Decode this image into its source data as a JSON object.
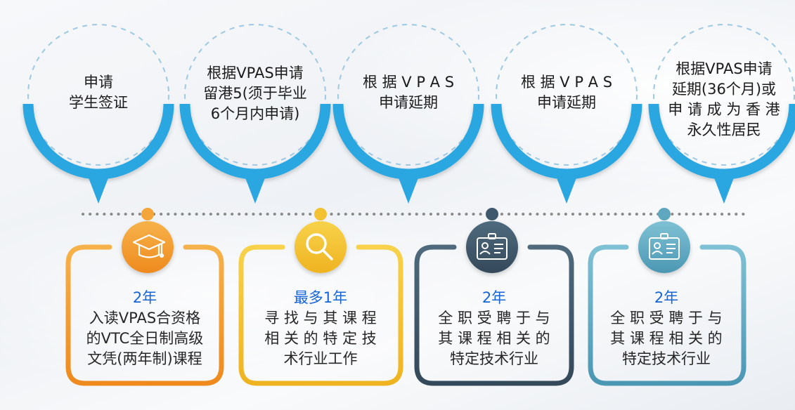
{
  "steps": [
    {
      "lines": [
        "申请",
        "学生签证"
      ]
    },
    {
      "lines": [
        "根据VPAS申请",
        "留港5(须于毕业",
        "6个月内申请)"
      ]
    },
    {
      "lines": [
        "根 据 V P A S",
        "申请延期"
      ]
    },
    {
      "lines": [
        "根 据 V P A S",
        "申请延期"
      ]
    },
    {
      "lines": [
        "根据VPAS申请",
        "延期(36个月)或",
        "申 请 成 为 香 港",
        "永久性居民"
      ]
    }
  ],
  "cards": [
    {
      "duration": "2年",
      "lines": [
        "入读VPAS合资格",
        "的VTC全日制高级",
        "文凭(两年制)课程"
      ],
      "icon": "graduation-cap-icon",
      "color": "#f5a63a"
    },
    {
      "duration": "最多1年",
      "lines": [
        "寻 找 与 其 课 程",
        "相 关 的 特 定 技",
        "术行业工作"
      ],
      "icon": "magnifier-icon",
      "color": "#f2c233"
    },
    {
      "duration": "2年",
      "lines": [
        "全 职 受 聘 于 与",
        "其 课 程 相 关 的",
        "特定技术行业"
      ],
      "icon": "id-badge-icon",
      "color": "#3f5a6c"
    },
    {
      "duration": "2年",
      "lines": [
        "全 职 受 聘 于 与",
        "其 课 程 相 关 的",
        "特定技术行业"
      ],
      "icon": "id-badge-icon",
      "color": "#5fa6bf"
    }
  ],
  "colors": {
    "circle_blue": "#2aa6e0",
    "dashed": "#9fc9e3",
    "timeline_dots": "#8a8a8a"
  }
}
